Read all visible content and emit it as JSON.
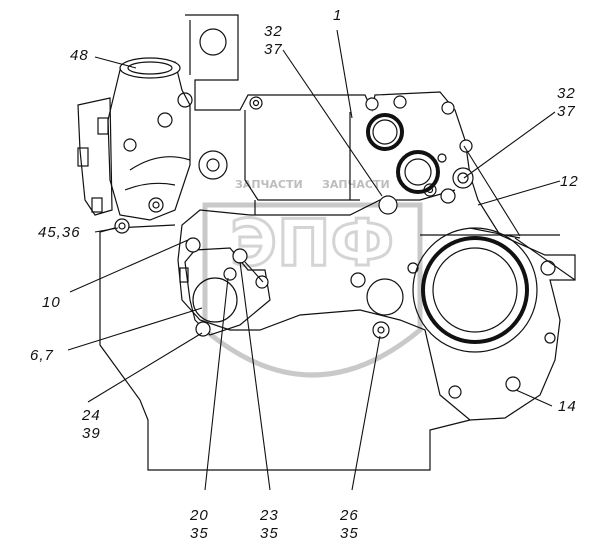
{
  "callouts": [
    {
      "id": "c1",
      "lines": [
        "1"
      ]
    },
    {
      "id": "c32a",
      "lines": [
        "32",
        "37"
      ]
    },
    {
      "id": "c48",
      "lines": [
        "48"
      ]
    },
    {
      "id": "c32b",
      "lines": [
        "32",
        "37"
      ]
    },
    {
      "id": "c12",
      "lines": [
        "12"
      ]
    },
    {
      "id": "c45",
      "lines": [
        "45,36"
      ]
    },
    {
      "id": "c10",
      "lines": [
        "10"
      ]
    },
    {
      "id": "c67",
      "lines": [
        "6,7"
      ]
    },
    {
      "id": "c24",
      "lines": [
        "24",
        "39"
      ]
    },
    {
      "id": "c14",
      "lines": [
        "14"
      ]
    },
    {
      "id": "c20",
      "lines": [
        "20",
        "35"
      ]
    },
    {
      "id": "c23",
      "lines": [
        "23",
        "35"
      ]
    },
    {
      "id": "c26",
      "lines": [
        "26",
        "35"
      ]
    }
  ],
  "watermark": {
    "text_left": "ЗАПЧАСТИ",
    "text_mid": "ЗАПЧАСТИ",
    "logo_letters": "ЭПФ"
  }
}
